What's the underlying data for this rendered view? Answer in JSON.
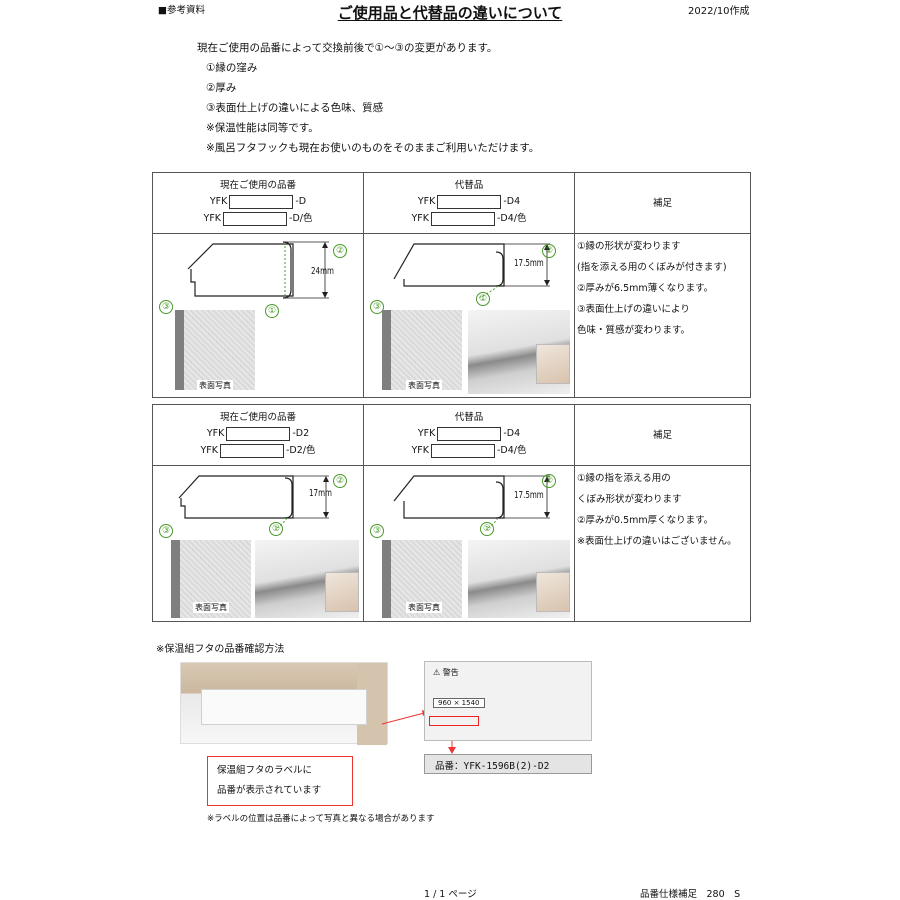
{
  "header": {
    "ref_label": "■参考資料",
    "title": "ご使用品と代替品の違いについて",
    "date": "2022/10作成"
  },
  "intro": {
    "lines": [
      "現在ご使用の品番によって交換前後で①～③の変更があります。",
      "①縁の窪み",
      "②厚み",
      "③表面仕上げの違いによる色味、質感",
      "※保温性能は同等です。",
      "※風呂フタフックも現在お使いのものをそのままご利用いただけます。"
    ]
  },
  "tables": [
    {
      "current": {
        "header": "現在ご使用の品番",
        "line1_prefix": "YFK",
        "line1_suffix": "-D",
        "line2_prefix": "YFK",
        "line2_suffix": "-D/色",
        "dimension": "24mm",
        "photo_label": "表面写真"
      },
      "replacement": {
        "header": "代替品",
        "line1_prefix": "YFK",
        "line1_suffix": "-D4",
        "line2_prefix": "YFK",
        "line2_suffix": "-D4/色",
        "dimension": "17.5mm",
        "photo_label": "表面写真"
      },
      "supplement": {
        "header": "補足",
        "notes": [
          "①縁の形状が変わります",
          "(指を添える用のくぼみが付きます)",
          "②厚みが6.5mm薄くなります。",
          "③表面仕上げの違いにより",
          "色味・質感が変わります。"
        ]
      }
    },
    {
      "current": {
        "header": "現在ご使用の品番",
        "line1_prefix": "YFK",
        "line1_suffix": "-D2",
        "line2_prefix": "YFK",
        "line2_suffix": "-D2/色",
        "dimension": "17mm",
        "photo_label": "表面写真"
      },
      "replacement": {
        "header": "代替品",
        "line1_prefix": "YFK",
        "line1_suffix": "-D4",
        "line2_prefix": "YFK",
        "line2_suffix": "-D4/色",
        "dimension": "17.5mm",
        "photo_label": "表面写真"
      },
      "supplement": {
        "header": "補足",
        "notes": [
          "①縁の指を添える用の",
          "くぼみ形状が変わります",
          "②厚みが0.5mm厚くなります。",
          "※表面仕上げの違いはございません。"
        ]
      }
    }
  ],
  "markers": {
    "one": "①",
    "two": "②",
    "three": "③"
  },
  "confirm": {
    "title": "※保温組フタの品番確認方法",
    "warning_label": "警告",
    "size_label": "960 × 1540",
    "part_number": "品番：YFK-1596B(2)-D2",
    "callout_line1": "保温組フタのラベルに",
    "callout_line2": "品番が表示されています",
    "position_note": "※ラベルの位置は品番によって写真と異なる場合があります"
  },
  "footer": {
    "page": "1 / 1 ページ",
    "code": "品番仕様補足　280　S"
  },
  "colors": {
    "green_marker": "#4a9a2a",
    "red_callout": "#e33333"
  }
}
